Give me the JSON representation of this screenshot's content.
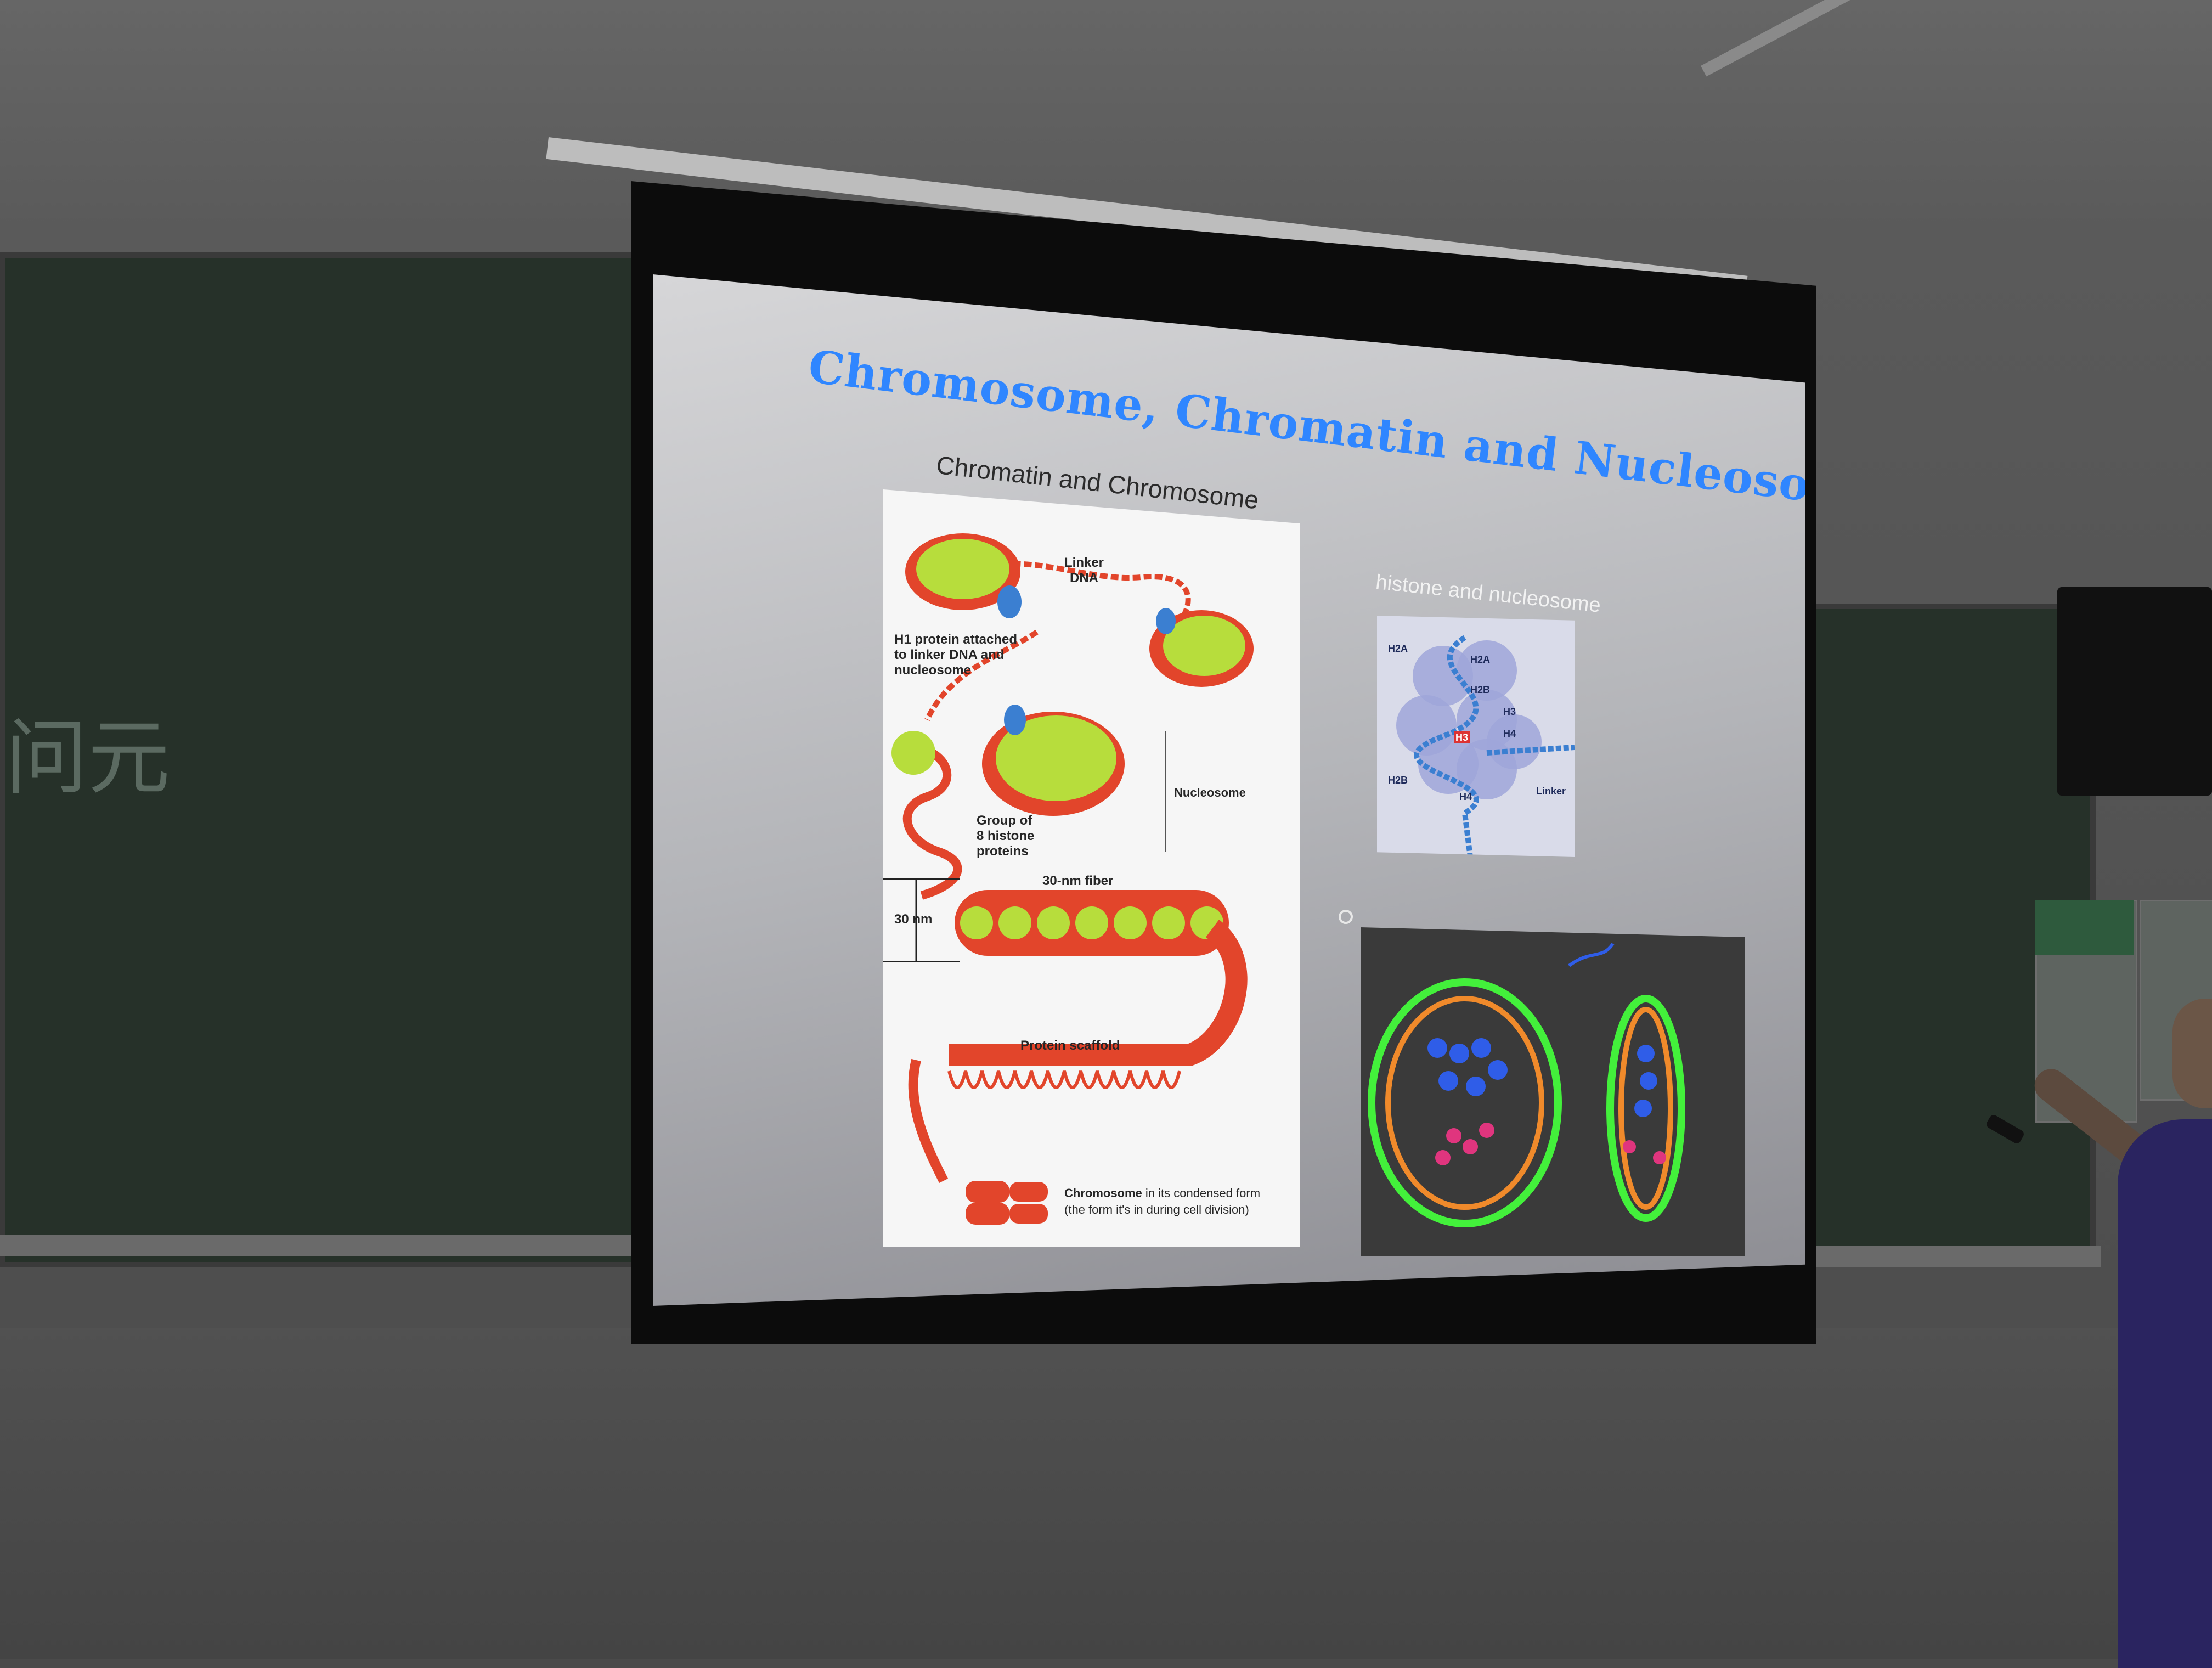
{
  "slide": {
    "title": "Chromosome, Chromatin and Nucleosome",
    "subtitle_left": "Chromatin and Chromosome",
    "subtitle_right": "histone and nucleosome"
  },
  "figure_chromatin": {
    "linker_dna": "Linker\nDNA",
    "h1_protein": "H1 protein attached\nto linker DNA and\nnucleosome",
    "nucleosome": "Nucleosome",
    "histone_group": "Group of\n8 histone\nproteins",
    "fiber": "30-nm fiber",
    "nm": "30 nm",
    "scaffold": "Protein scaffold",
    "chromosome_bold": "Chromosome",
    "chromosome_rest": " in its condensed form",
    "chromosome_line2": "(the form it's in during cell division)"
  },
  "figure_histone": {
    "labels": [
      "H2A",
      "H2A",
      "H2B",
      "H3",
      "H4",
      "H3",
      "H2B",
      "H4",
      "Linker"
    ]
  },
  "blackboard_text": "问元",
  "colors": {
    "title_blue": "#2f86ff",
    "histone_green": "#b7dd3c",
    "dna_red": "#e2452b",
    "helix_blue": "#3b7fd1"
  }
}
